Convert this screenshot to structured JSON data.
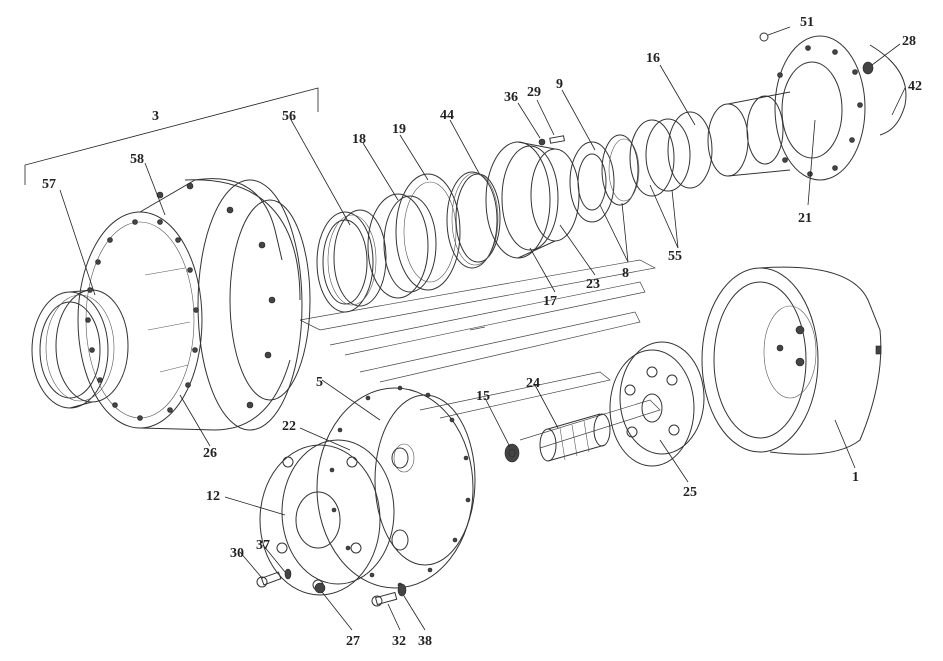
{
  "labels": [
    {
      "id": "l3",
      "text": "3"
    },
    {
      "id": "l58",
      "text": "58"
    },
    {
      "id": "l57",
      "text": "57"
    },
    {
      "id": "l56",
      "text": "56"
    },
    {
      "id": "l18",
      "text": "18"
    },
    {
      "id": "l19",
      "text": "19"
    },
    {
      "id": "l44",
      "text": "44"
    },
    {
      "id": "l36",
      "text": "36"
    },
    {
      "id": "l29",
      "text": "29"
    },
    {
      "id": "l9",
      "text": "9"
    },
    {
      "id": "l16",
      "text": "16"
    },
    {
      "id": "l51",
      "text": "51"
    },
    {
      "id": "l28",
      "text": "28"
    },
    {
      "id": "l42",
      "text": "42"
    },
    {
      "id": "l21",
      "text": "21"
    },
    {
      "id": "l55",
      "text": "55"
    },
    {
      "id": "l8",
      "text": "8"
    },
    {
      "id": "l23",
      "text": "23"
    },
    {
      "id": "l17",
      "text": "17"
    },
    {
      "id": "l26",
      "text": "26"
    },
    {
      "id": "l5",
      "text": "5"
    },
    {
      "id": "l22",
      "text": "22"
    },
    {
      "id": "l24",
      "text": "24"
    },
    {
      "id": "l15",
      "text": "15"
    },
    {
      "id": "l25",
      "text": "25"
    },
    {
      "id": "l1",
      "text": "1"
    },
    {
      "id": "l12",
      "text": "12"
    },
    {
      "id": "l30",
      "text": "30"
    },
    {
      "id": "l37",
      "text": "37"
    },
    {
      "id": "l27",
      "text": "27"
    },
    {
      "id": "l32",
      "text": "32"
    },
    {
      "id": "l38",
      "text": "38"
    }
  ]
}
